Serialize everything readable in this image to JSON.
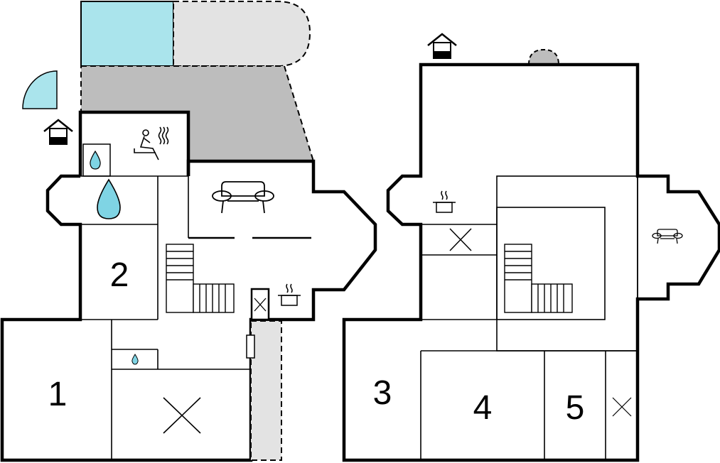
{
  "room_labels": {
    "room1": "1",
    "room2": "2",
    "room3": "3",
    "room4": "4",
    "room5": "5"
  },
  "colors": {
    "pool": "#aae4ec",
    "terrace_light": "#e3e3e3",
    "terrace_dark": "#bdbdbd",
    "wall": "#000000",
    "background": "#ffffff"
  },
  "icons": [
    "house-entrance-icon",
    "sauna-icon",
    "water-drop-icon",
    "sofa-icon",
    "cooking-pot-icon",
    "cross-mark-icon",
    "staircase-icon",
    "door-swing-icon"
  ]
}
